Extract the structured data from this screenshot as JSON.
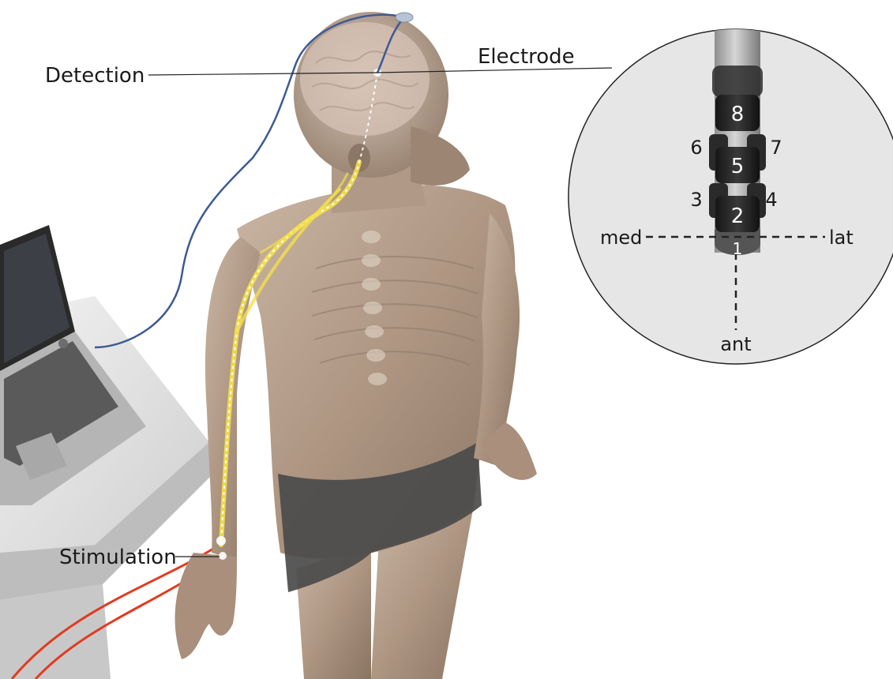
{
  "labels": {
    "detection": "Detection",
    "electrode": "Electrode",
    "stimulation": "Stimulation"
  },
  "electrode_detail": {
    "contacts": [
      "8",
      "6",
      "7",
      "5",
      "3",
      "4",
      "2",
      "1"
    ],
    "orientation": {
      "medial": "med",
      "lateral": "lat",
      "anterior": "ant"
    }
  },
  "colors": {
    "skin": "#b6a08d",
    "skin_shadow": "#8f7a68",
    "shorts": "#4b4b4b",
    "nerve_path": "#f4e04a",
    "lead_wire": "#3d5a93",
    "stim_wires": "#e23a1f",
    "desk": "#dcdcdc",
    "laptop": "#9c9c9c",
    "inset_bg": "#e6e6e6"
  }
}
